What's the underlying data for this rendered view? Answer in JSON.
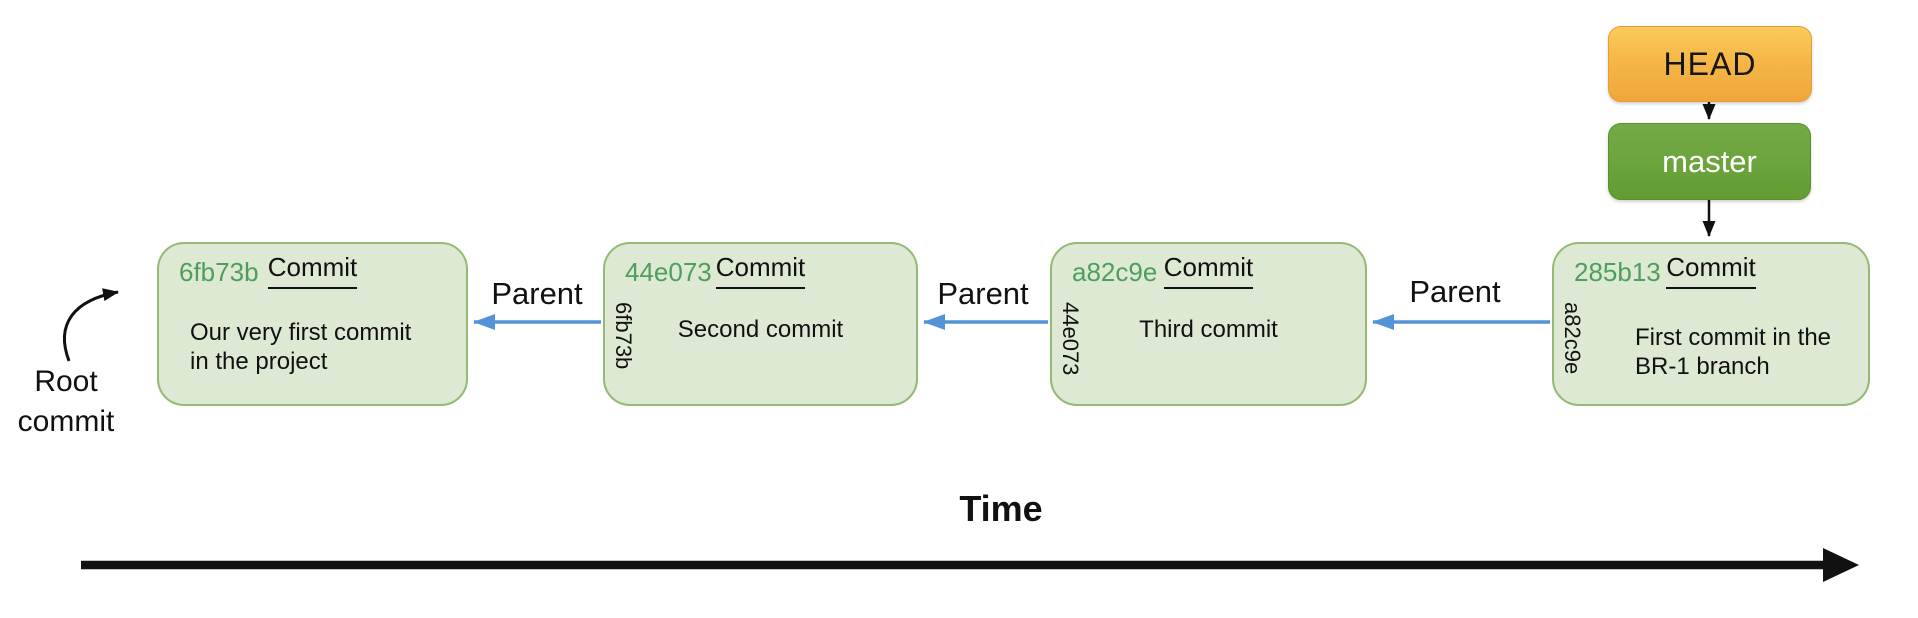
{
  "diagram": {
    "pointers": {
      "head": "HEAD",
      "branch": "master"
    },
    "annotations": {
      "parent": "Parent",
      "root": [
        "Root",
        "commit"
      ]
    },
    "axis": {
      "label": "Time"
    },
    "commits": [
      {
        "hash": "6fb73b",
        "title": "Commit",
        "parent_hash": "",
        "message": [
          "Our very first commit",
          "in the project"
        ]
      },
      {
        "hash": "44e073",
        "title": "Commit",
        "parent_hash": "6fb73b",
        "message": [
          "Second commit"
        ]
      },
      {
        "hash": "a82c9e",
        "title": "Commit",
        "parent_hash": "44e073",
        "message": [
          "Third commit"
        ]
      },
      {
        "hash": "285b13",
        "title": "Commit",
        "parent_hash": "a82c9e",
        "message": [
          "First commit in the",
          "BR-1 branch"
        ]
      }
    ],
    "colors": {
      "commit_box_fill": "#dde9d3",
      "commit_box_border": "#95ba76",
      "hash_text": "#4d9e60",
      "parent_arrow": "#5593d8",
      "head_fill_top": "#fccb5c",
      "head_fill_bottom": "#efa63c",
      "head_border": "#e69d33",
      "branch_fill": "#6ba33c",
      "branch_border": "#58902c",
      "branch_text": "#ffffff",
      "text": "#111111",
      "background": "#ffffff"
    }
  }
}
